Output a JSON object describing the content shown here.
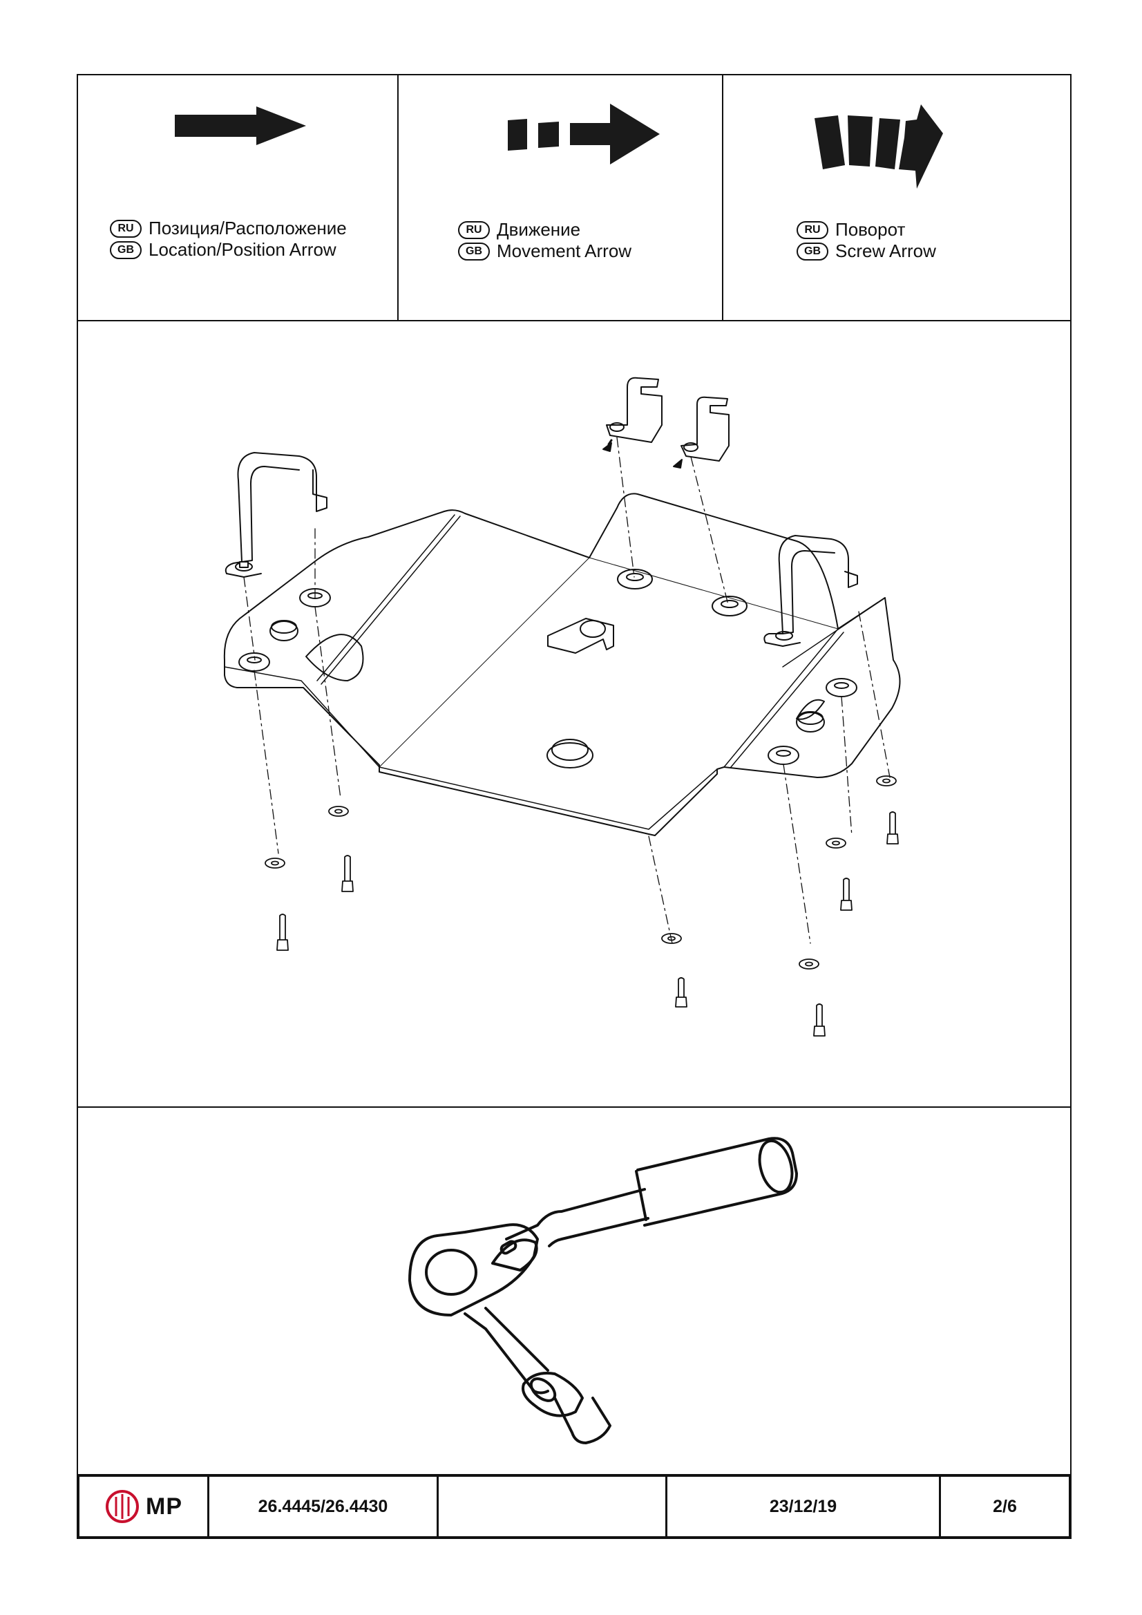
{
  "legend": [
    {
      "icon": "location-position-arrow-icon",
      "ru_badge": "RU",
      "gb_badge": "GB",
      "ru_label": "Позиция/Расположение",
      "gb_label": "Location/Position Arrow"
    },
    {
      "icon": "movement-arrow-icon",
      "ru_badge": "RU",
      "gb_badge": "GB",
      "ru_label": "Движение",
      "gb_label": "Movement Arrow"
    },
    {
      "icon": "screw-arrow-icon",
      "ru_badge": "RU",
      "gb_badge": "GB",
      "ru_label": "Поворот",
      "gb_label": "Screw Arrow"
    }
  ],
  "footer": {
    "logo_text": "MP",
    "part_number": "26.4445/26.4430",
    "blank": "",
    "date": "23/12/19",
    "page": "2/6"
  },
  "colors": {
    "ink": "#111111",
    "paper": "#ffffff",
    "logo_red": "#c8102e"
  }
}
